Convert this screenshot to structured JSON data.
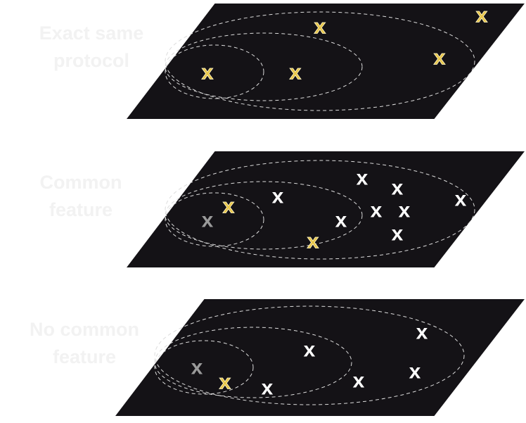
{
  "colors": {
    "plane": "#141216",
    "plane_edge": "#ffffff",
    "ellipse": "#dcdcdc",
    "mark_yellow": "#e8c64a",
    "mark_white": "#ffffff",
    "mark_gray": "#9a9a9a",
    "label": "#f2f2f2"
  },
  "mark_glyph": "x",
  "panels": [
    {
      "label_lines": [
        "Exact same",
        "protocol"
      ],
      "marks": [
        {
          "color": "yellow"
        },
        {
          "color": "yellow"
        },
        {
          "color": "yellow"
        },
        {
          "color": "yellow"
        },
        {
          "color": "yellow"
        }
      ]
    },
    {
      "label_lines": [
        "Common",
        "feature"
      ],
      "marks": [
        {
          "color": "gray"
        },
        {
          "color": "yellow"
        },
        {
          "color": "white"
        },
        {
          "color": "yellow"
        },
        {
          "color": "white"
        },
        {
          "color": "white"
        },
        {
          "color": "white"
        },
        {
          "color": "white"
        },
        {
          "color": "white"
        },
        {
          "color": "white"
        },
        {
          "color": "white"
        }
      ]
    },
    {
      "label_lines": [
        "No common",
        "feature"
      ],
      "marks": [
        {
          "color": "gray"
        },
        {
          "color": "yellow"
        },
        {
          "color": "white"
        },
        {
          "color": "white"
        },
        {
          "color": "white"
        },
        {
          "color": "white"
        },
        {
          "color": "white"
        }
      ]
    }
  ]
}
